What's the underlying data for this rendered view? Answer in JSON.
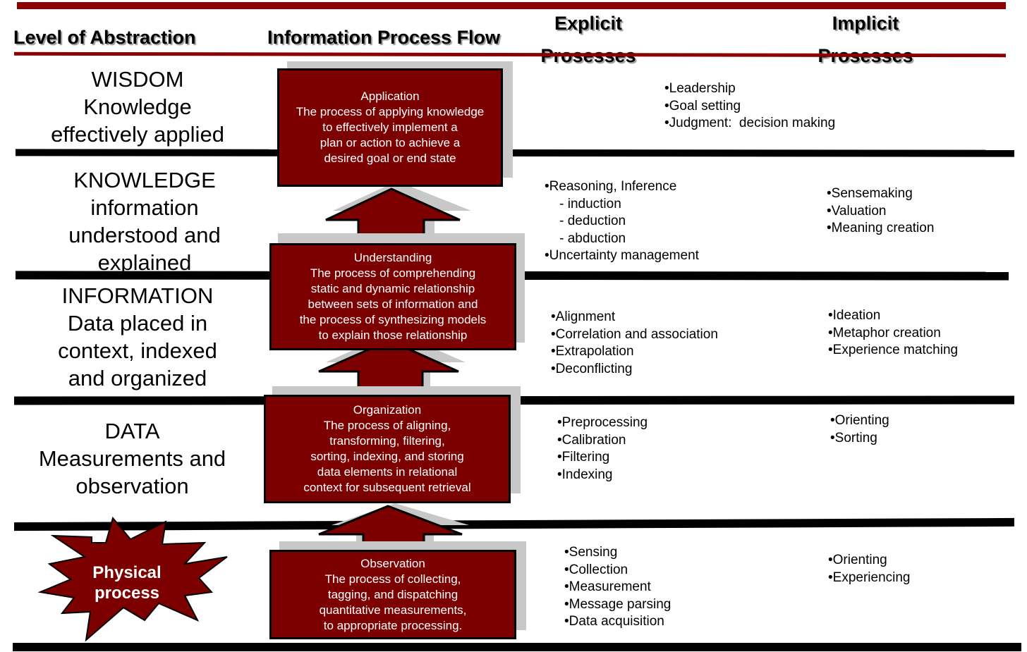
{
  "headers": {
    "level": "Level of Abstraction",
    "flow": "Information Process Flow",
    "explicit": "Explicit\nProsesses",
    "implicit": "Implicit\nProsesses"
  },
  "colors": {
    "accent": "#7d0000",
    "topbar": "#8b0000",
    "line": "#000000",
    "shadow": "#c8c8c8"
  },
  "levels": [
    {
      "text": "WISDOM\nKnowledge\neffectively  applied"
    },
    {
      "text": "KNOWLEDGE\ninformation\nunderstood  and\nexplained"
    },
    {
      "text": "INFORMATION\nData placed  in\ncontext,  indexed\nand organized"
    },
    {
      "text": "DATA\nMeasurements  and\nobservation"
    }
  ],
  "physical": "Physical\nprocess",
  "boxes": [
    {
      "title": "Application",
      "desc": "The process of applying knowledge\nto effectively implement a\nplan or action to achieve a\ndesired goal or end state"
    },
    {
      "title": "Understanding",
      "desc": "The process of comprehending\nstatic and dynamic relationship\nbetween sets of information and\nthe process of synthesizing models\nto explain those relationship"
    },
    {
      "title": "Organization",
      "desc": "The process of aligning,\ntransforming, filtering,\nsorting, indexing, and storing\ndata elements in relational\ncontext for subsequent retrieval"
    },
    {
      "title": "Observation",
      "desc": "The process of collecting,\ntagging, and dispatching\nquantitative  measurements,\nto appropriate processing."
    }
  ],
  "explicit": [
    "•Leadership\n•Goal setting\n•Judgment:  decision making",
    "•Reasoning, Inference\n    - induction\n    - deduction\n    - abduction\n•Uncertainty management",
    "•Alignment\n•Correlation and association\n•Extrapolation\n•Deconflicting",
    "•Preprocessing\n•Calibration\n•Filtering\n•Indexing",
    "•Sensing\n•Collection\n•Measurement\n•Message parsing\n•Data acquisition"
  ],
  "implicit": [
    "•Sensemaking\n•Valuation\n•Meaning creation",
    "•Ideation\n•Metaphor creation\n•Experience matching",
    "•Orienting\n•Sorting",
    "•Orienting\n•Experiencing"
  ]
}
